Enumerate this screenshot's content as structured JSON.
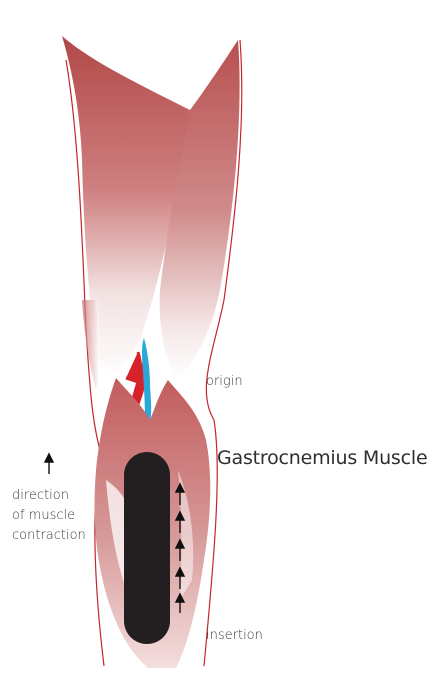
{
  "diagram": {
    "title": "Gastrocnemius Muscle",
    "labels": {
      "origin": "origin",
      "insertion": "insertion",
      "direction_line1": "direction",
      "direction_line2": "of muscle",
      "direction_line3": "contraction"
    },
    "colors": {
      "muscle": "#c96a6a",
      "muscle_dark": "#b24848",
      "outline": "#c2262e",
      "artery": "#d6222a",
      "vein": "#2aa8d8",
      "bone": "#231f20",
      "text": "#3a3a3a"
    }
  }
}
